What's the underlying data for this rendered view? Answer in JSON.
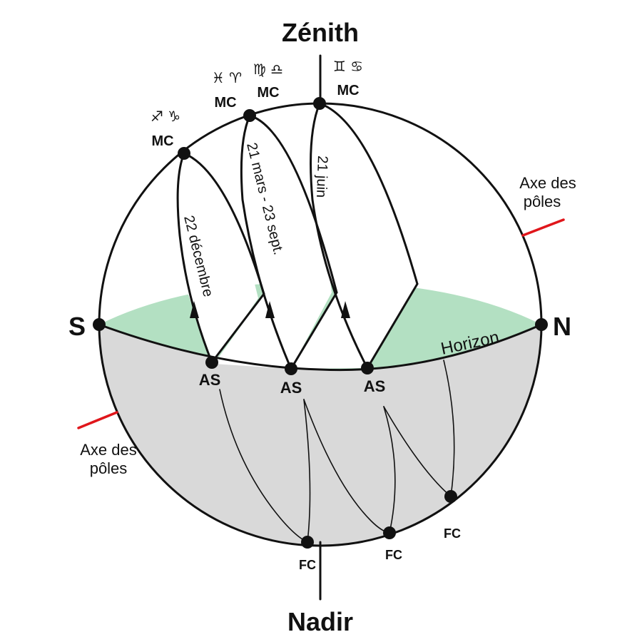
{
  "labels": {
    "zenith": "Zénith",
    "nadir": "Nadir",
    "south": "S",
    "north": "N",
    "horizon": "Horizon",
    "pole_axis_line1": "Axe des",
    "pole_axis_line2": "pôles"
  },
  "paths": [
    {
      "date": "22 décembre",
      "mc": "MC",
      "signs": "♐ ♑",
      "as": "AS",
      "fc": "FC"
    },
    {
      "date": "21 mars - 23 sept.",
      "mc": "MC",
      "signs_left": "♓ ♈",
      "signs_right": "♍ ♎",
      "mc_left": "MC",
      "as": "AS",
      "fc": "FC"
    },
    {
      "date": "21 juin",
      "mc": "MC",
      "signs": "♊ ♋",
      "as": "AS",
      "fc": "FC"
    }
  ],
  "colors": {
    "sky_band": "#b3e0c2",
    "lower_hemisphere": "#d9d9d9",
    "pole_axis": "#e0161b",
    "outline": "#111111"
  }
}
